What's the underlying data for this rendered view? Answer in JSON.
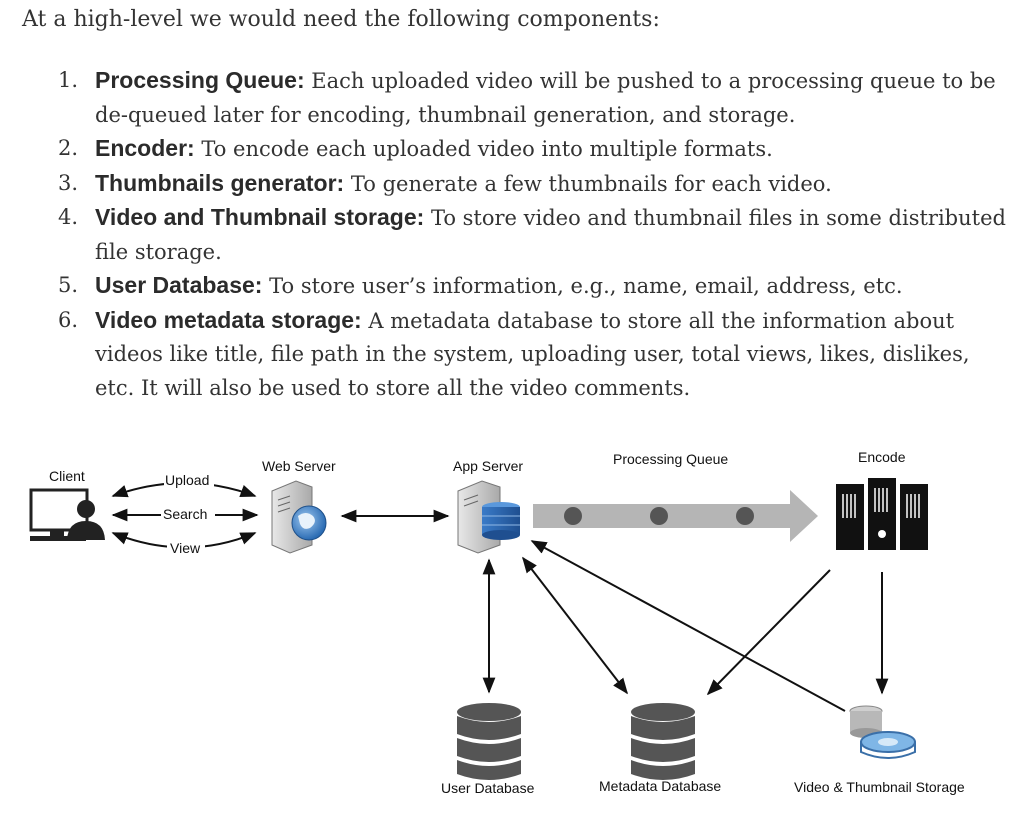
{
  "intro": "At a high-level we would need the following components:",
  "components": [
    {
      "num": "1.",
      "term": "Processing Queue:",
      "desc": " Each uploaded video will be pushed to a processing queue to be de-queued later for encoding, thumbnail generation, and storage."
    },
    {
      "num": "2.",
      "term": "Encoder:",
      "desc": " To encode each uploaded video into multiple formats."
    },
    {
      "num": "3.",
      "term": "Thumbnails generator:",
      "desc": " To generate a few thumbnails for each video."
    },
    {
      "num": "4.",
      "term": "Video and Thumbnail storage:",
      "desc": " To store video and thumbnail files in some distributed file storage."
    },
    {
      "num": "5.",
      "term": "User Database:",
      "desc": " To store user’s information, e.g., name, email, address, etc."
    },
    {
      "num": "6.",
      "term": "Video metadata storage:",
      "desc": " A metadata database to store all the information about videos like title, file path in the system, uploading user, total views, likes, dislikes, etc. It will also be used to store all the video comments."
    }
  ],
  "diagram": {
    "client": "Client",
    "upload": "Upload",
    "search": "Search",
    "view": "View",
    "web_server": "Web Server",
    "app_server": "App Server",
    "processing_queue": "Processing Queue",
    "encode": "Encode",
    "user_db": "User Database",
    "metadata_db": "Metadata Database",
    "storage": "Video & Thumbnail Storage"
  }
}
